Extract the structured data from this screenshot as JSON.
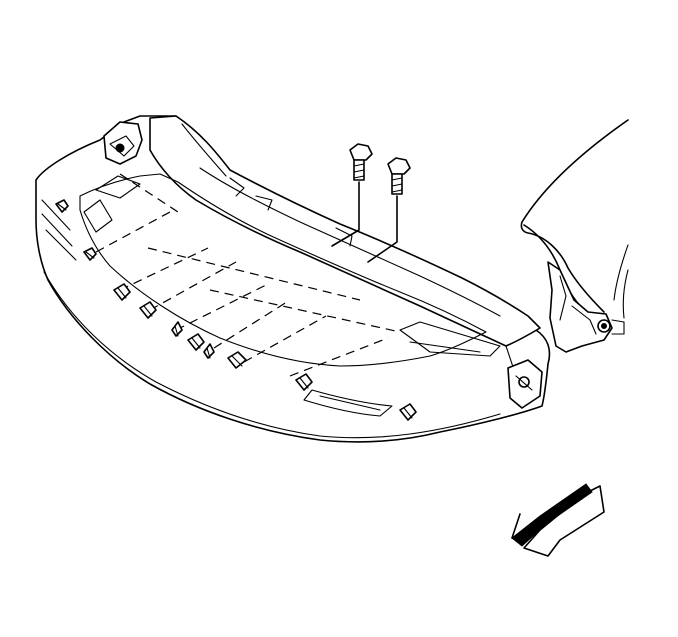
{
  "diagram": {
    "parts": [
      {
        "id": "front-fascia",
        "icon": "bumper-fascia-illustration"
      },
      {
        "id": "fascia-bolt-left",
        "icon": "bolt-icon"
      },
      {
        "id": "fascia-bolt-right",
        "icon": "bolt-icon"
      },
      {
        "id": "push-pin-fasteners",
        "icon": "push-pin-retainer-icon"
      },
      {
        "id": "fender-bracket",
        "icon": "bracket-icon"
      },
      {
        "id": "hood-panel",
        "icon": "hood-outline"
      }
    ],
    "direction_arrow": {
      "icon": "front-of-vehicle-arrow-icon"
    },
    "colors": {
      "line": "#000000",
      "background": "#ffffff"
    }
  }
}
